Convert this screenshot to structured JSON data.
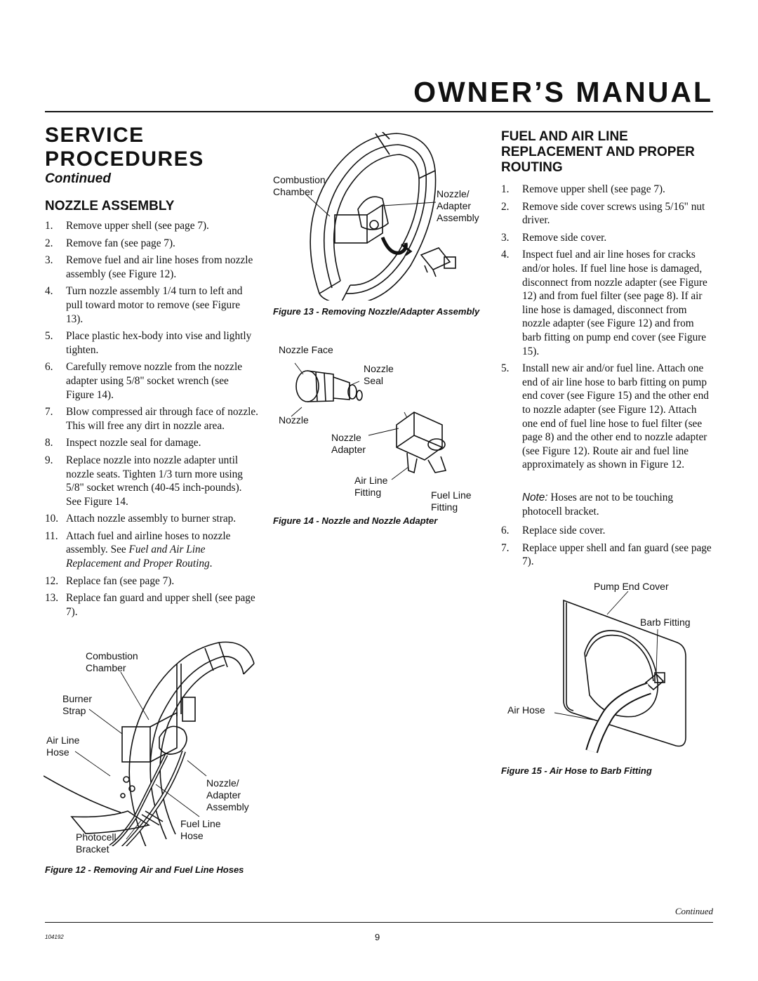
{
  "header": {
    "manual_title": "OWNER’S MANUAL"
  },
  "section": {
    "title": "SERVICE PROCEDURES",
    "continued": "Continued"
  },
  "nozzle_assembly": {
    "heading": "NOZZLE ASSEMBLY",
    "steps": [
      {
        "num": "1.",
        "text": "Remove upper shell (see page 7)."
      },
      {
        "num": "2.",
        "text": "Remove fan (see page 7)."
      },
      {
        "num": "3.",
        "text": "Remove fuel and air line hoses from nozzle assembly (see Figure 12)."
      },
      {
        "num": "4.",
        "text": "Turn nozzle assembly 1/4 turn to left and pull toward motor to remove (see Figure 13)."
      },
      {
        "num": "5.",
        "text": "Place plastic hex-body into vise and lightly tighten."
      },
      {
        "num": "6.",
        "text": "Carefully remove nozzle from the nozzle adapter using 5/8\" socket wrench (see Figure 14)."
      },
      {
        "num": "7.",
        "text": "Blow compressed air through face of nozzle. This will free any dirt in nozzle area."
      },
      {
        "num": "8.",
        "text": "Inspect nozzle seal for damage."
      },
      {
        "num": "9.",
        "text": "Replace nozzle into nozzle adapter until nozzle seats. Tighten 1/3 turn more using 5/8\" socket wrench (40-45 inch-pounds). See Figure 14."
      },
      {
        "num": "10.",
        "text": "Attach nozzle assembly to burner strap."
      },
      {
        "num": "11.",
        "text": "Attach fuel and airline hoses to nozzle assembly. See ",
        "italic": "Fuel and Air Line Replacement and Proper Routing",
        "after": "."
      },
      {
        "num": "12.",
        "text": "Replace fan (see page 7)."
      },
      {
        "num": "13.",
        "text": "Replace fan guard and upper shell (see page 7)."
      }
    ]
  },
  "fuel_air": {
    "heading": "FUEL AND AIR LINE REPLACEMENT AND PROPER ROUTING",
    "steps": [
      {
        "num": "1.",
        "text": "Remove upper shell (see page 7)."
      },
      {
        "num": "2.",
        "text": "Remove side cover screws using 5/16\" nut driver."
      },
      {
        "num": "3.",
        "text": "Remove side cover."
      },
      {
        "num": "4.",
        "text": "Inspect fuel and air line hoses for cracks and/or holes. If fuel line hose is damaged, disconnect from nozzle adapter (see Figure 12) and from fuel filter (see page 8). If air line hose is damaged, disconnect from nozzle adapter (see Figure 12) and from barb fitting on pump end cover (see Figure 15)."
      },
      {
        "num": "5.",
        "text": "Install new air and/or fuel line. Attach one end of air line hose to barb fitting on pump end cover (see Figure 15) and the other end to nozzle adapter (see Figure 12). Attach one end of fuel line hose to fuel filter (see page 8) and the other end to nozzle adapter (see Figure 12). Route air and fuel line approximately as shown in Figure 12."
      }
    ],
    "note_label": "Note:",
    "note_text": " Hoses are not to be touching photocell bracket.",
    "steps2": [
      {
        "num": "6.",
        "text": "Replace side cover."
      },
      {
        "num": "7.",
        "text": "Replace upper shell and fan guard (see page 7)."
      }
    ]
  },
  "fig12": {
    "caption": "Figure 12 - Removing Air and Fuel Line Hoses",
    "labels": {
      "combustion_chamber": "Combustion Chamber",
      "burner_strap": "Burner Strap",
      "air_line_hose": "Air Line Hose",
      "nozzle_adapter_assembly": "Nozzle/ Adapter Assembly",
      "fuel_line_hose": "Fuel Line Hose",
      "photocell_bracket": "Photocell Bracket"
    }
  },
  "fig13": {
    "caption": "Figure 13 - Removing Nozzle/Adapter Assembly",
    "labels": {
      "combustion_chamber": "Combustion Chamber",
      "nozzle_adapter_assembly": "Nozzle/ Adapter Assembly"
    }
  },
  "fig14": {
    "caption": "Figure 14 - Nozzle and Nozzle Adapter",
    "labels": {
      "nozzle_face": "Nozzle Face",
      "nozzle_seal": "Nozzle Seal",
      "nozzle": "Nozzle",
      "nozzle_adapter": "Nozzle Adapter",
      "air_line_fitting": "Air Line Fitting",
      "fuel_line_fitting": "Fuel Line Fitting"
    }
  },
  "fig15": {
    "caption": "Figure 15 - Air Hose to Barb Fitting",
    "labels": {
      "pump_end_cover": "Pump End Cover",
      "barb_fitting": "Barb Fitting",
      "air_hose": "Air Hose"
    }
  },
  "footer": {
    "continued": "Continued",
    "doc_number": "104192",
    "page_number": "9"
  }
}
